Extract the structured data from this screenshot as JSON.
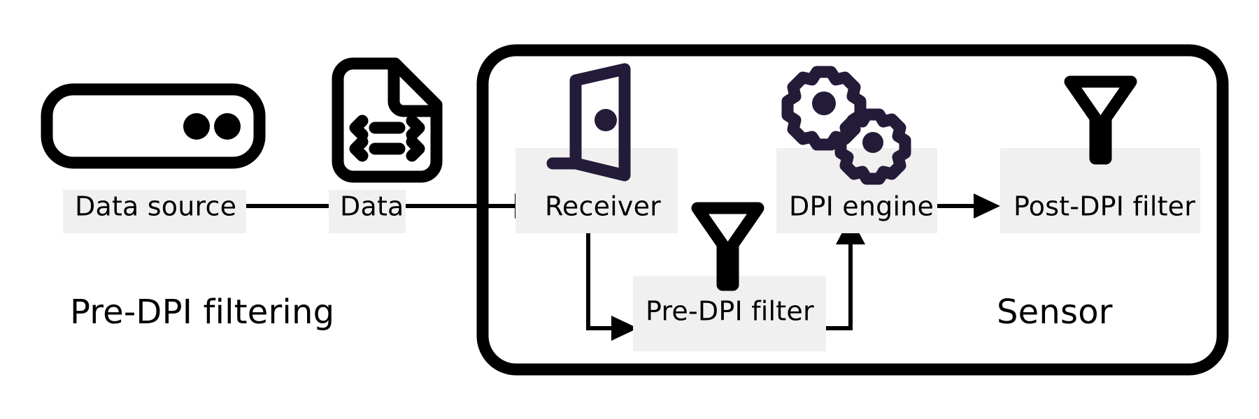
{
  "diagram": {
    "title_visible": false,
    "background_color": "#ffffff",
    "accent_color": "#241b38",
    "label_highlight_color": "#f0f0f0",
    "line_color": "#000000",
    "groups": [
      {
        "id": "pre-dpi-filtering",
        "label": "Pre-DPI filtering",
        "bordered": false
      },
      {
        "id": "sensor",
        "label": "Sensor",
        "bordered": true
      }
    ],
    "nodes": [
      {
        "id": "data-source",
        "label": "Data source",
        "icon": "server-icon",
        "icon_color": "#000000",
        "group": "pre-dpi-filtering"
      },
      {
        "id": "data",
        "label": "Data",
        "icon": "data-document-icon",
        "icon_color": "#000000",
        "group": "pre-dpi-filtering"
      },
      {
        "id": "receiver",
        "label": "Receiver",
        "icon": "open-door-icon",
        "icon_color": "#241b38",
        "group": "sensor"
      },
      {
        "id": "pre-dpi-filter",
        "label": "Pre-DPI filter",
        "icon": "funnel-icon",
        "icon_color": "#000000",
        "group": "sensor"
      },
      {
        "id": "dpi-engine",
        "label": "DPI engine",
        "icon": "gears-icon",
        "icon_color": "#241b38",
        "group": "sensor"
      },
      {
        "id": "post-dpi-filter",
        "label": "Post-DPI filter",
        "icon": "funnel-icon",
        "icon_color": "#000000",
        "group": "sensor"
      }
    ],
    "edges": [
      {
        "id": "edge-source-to-data",
        "from": "data-source",
        "to": "data",
        "arrow": false
      },
      {
        "id": "edge-data-to-receiver",
        "from": "data",
        "to": "receiver",
        "arrow": true
      },
      {
        "id": "edge-receiver-to-prefilter",
        "from": "receiver",
        "to": "pre-dpi-filter",
        "arrow": true
      },
      {
        "id": "edge-prefilter-to-dpiengine",
        "from": "pre-dpi-filter",
        "to": "dpi-engine",
        "arrow": true
      },
      {
        "id": "edge-dpiengine-to-postfilter",
        "from": "dpi-engine",
        "to": "post-dpi-filter",
        "arrow": true
      }
    ]
  }
}
